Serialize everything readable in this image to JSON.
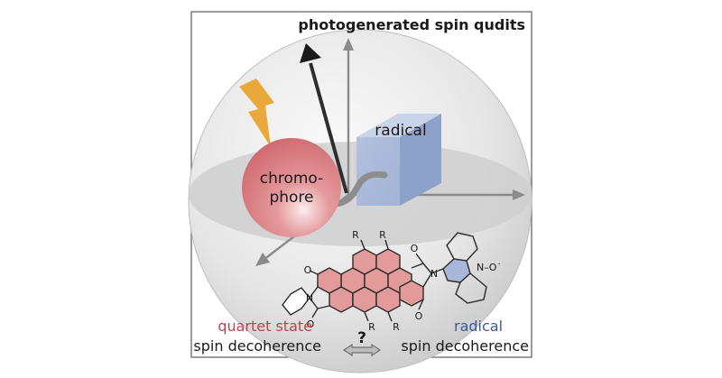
{
  "title": "photogenerated spin qudits",
  "chromophore_label_line1": "chromo-",
  "chromophore_label_line2": "phore",
  "radical_label": "radical",
  "left_caption": {
    "line1": "quartet state",
    "line2": "spin decoherence",
    "line1_color": "#b5454f"
  },
  "right_caption": {
    "line1": "radical",
    "line2": "spin decoherence",
    "line1_color": "#3f5a92"
  },
  "comparison_symbol": "?",
  "molecule": {
    "substituent_label": "R",
    "oxygen_label": "O",
    "nitrogen_label": "N",
    "nitroxide_label": "N–O˙"
  },
  "colors": {
    "chromophore": "#d9787d",
    "radical_cube": "#a9b8d6",
    "bolt": "#e9a93a",
    "perylene_fill": "#e39a9a",
    "piperidine_fill": "#a9b7d8",
    "axis": "#8a8a8a"
  },
  "icons": {
    "lightning": "lightning-bolt-icon",
    "double_arrow": "double-arrow-icon"
  }
}
